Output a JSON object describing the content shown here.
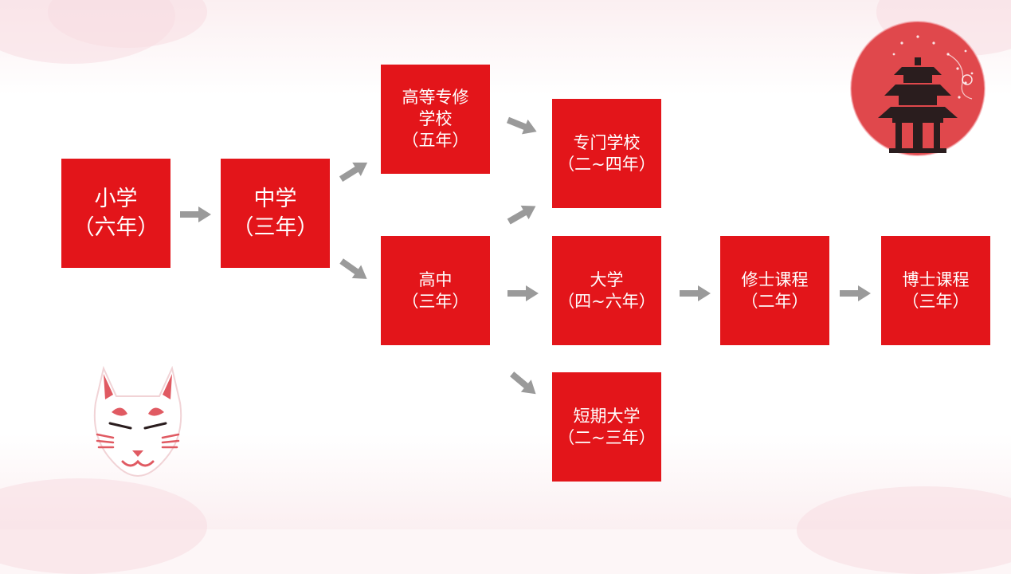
{
  "nodes": {
    "elementary": {
      "line1": "小学",
      "line2": "（六年）"
    },
    "junior_high": {
      "line1": "中学",
      "line2": "（三年）"
    },
    "technical_college": {
      "line1": "高等专修",
      "line2": "学校",
      "line3": "（五年）"
    },
    "high_school": {
      "line1": "高中",
      "line2": "（三年）"
    },
    "vocational_school": {
      "line1": "专门学校",
      "line2": "（二~四年）"
    },
    "university": {
      "line1": "大学",
      "line2": "（四~六年）"
    },
    "junior_college": {
      "line1": "短期大学",
      "line2": "（二~三年）"
    },
    "masters": {
      "line1": "修士课程",
      "line2": "（二年）"
    },
    "doctorate": {
      "line1": "博士课程",
      "line2": "（三年）"
    }
  },
  "colors": {
    "node_fill": "#e3151a",
    "node_text": "#ffffff",
    "arrow": "#9a9a9a",
    "badge_circle": "#e0484c",
    "mask_accent": "#e05a62"
  },
  "icons": {
    "pagoda": "pagoda-icon",
    "fox_mask": "fox-mask-icon"
  }
}
